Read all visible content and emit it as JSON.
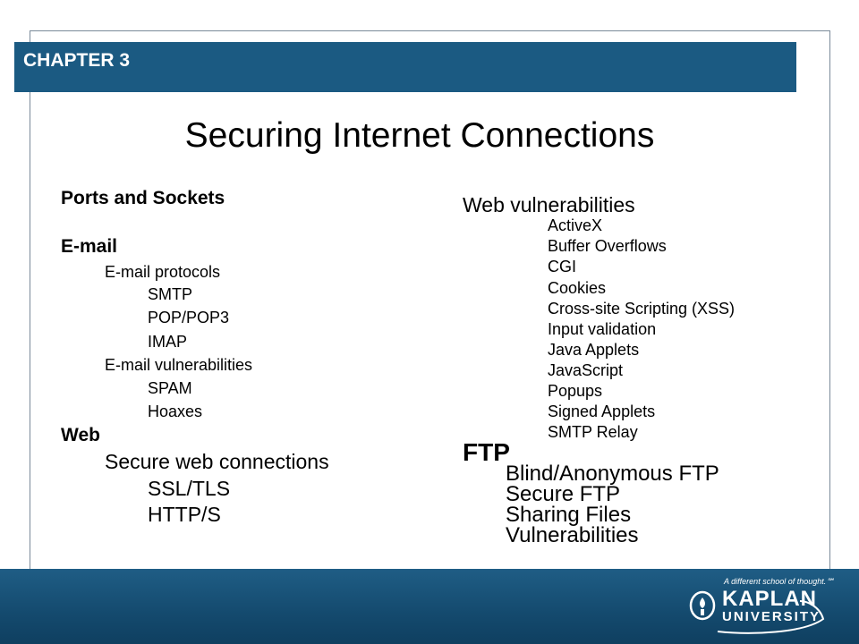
{
  "header": {
    "chapter": "CHAPTER 3"
  },
  "slide": {
    "title": "Securing Internet Connections"
  },
  "left": {
    "ports_sockets": "Ports and Sockets",
    "email": "E-mail",
    "email_protocols": "E-mail protocols",
    "smtp": "SMTP",
    "pop": "POP/POP3",
    "imap": "IMAP",
    "email_vulns": "E-mail vulnerabilities",
    "spam": "SPAM",
    "hoaxes": "Hoaxes",
    "web": "Web",
    "secure_web": "Secure web connections",
    "ssl": "SSL/TLS",
    "https": "HTTP/S"
  },
  "right": {
    "web_vulns": "Web vulnerabilities",
    "web_vuln_items": [
      "ActiveX",
      "Buffer Overflows",
      "CGI",
      "Cookies",
      "Cross-site Scripting (XSS)",
      "Input validation",
      "Java Applets",
      "JavaScript",
      "Popups",
      "Signed Applets",
      "SMTP Relay"
    ],
    "ftp": "FTP",
    "ftp_items": [
      "Blind/Anonymous FTP",
      "Secure FTP",
      "Sharing Files",
      "Vulnerabilities"
    ]
  },
  "footer": {
    "tagline": "A different school of thought.℠",
    "logo_line1": "KAPLAN",
    "logo_line2": "UNIVERSITY",
    "logo_icon": "lamp-icon",
    "brand_color": "#1b5a82"
  }
}
